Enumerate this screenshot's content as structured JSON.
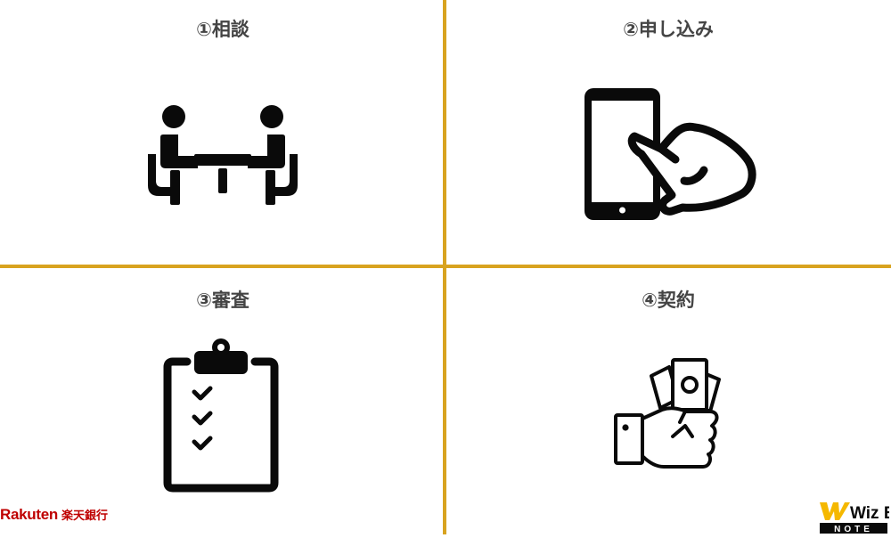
{
  "colors": {
    "divider": "#d8a31f",
    "icon": "#0a0a0a",
    "title_text": "#444444",
    "rakuten_red": "#bf0000",
    "wizbiz_yellow": "#f5b800",
    "wizbiz_dark": "#0a0a0a"
  },
  "steps": [
    {
      "label": "①相談",
      "icon": "meeting-icon"
    },
    {
      "label": "②申し込み",
      "icon": "smartphone-tap-icon"
    },
    {
      "label": "③審査",
      "icon": "clipboard-checklist-icon"
    },
    {
      "label": "④契約",
      "icon": "hand-holding-money-icon"
    }
  ],
  "footer": {
    "rakuten_word": "Rakuten",
    "rakuten_bank": "楽天銀行",
    "wizbiz_name": "Wiz Biz",
    "wizbiz_note": "NOTE"
  }
}
